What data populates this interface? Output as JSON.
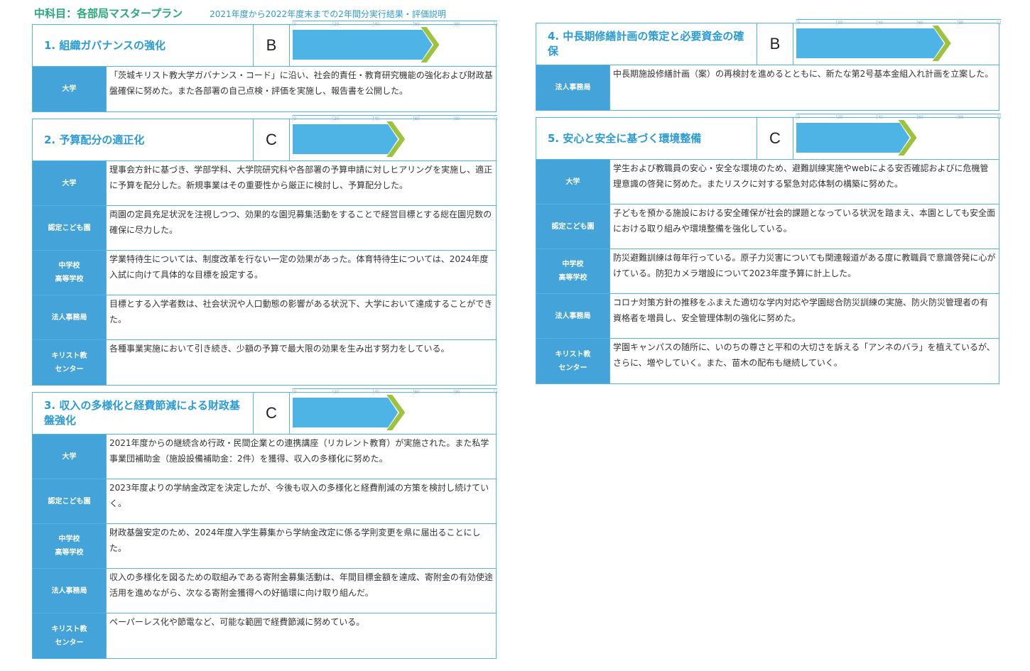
{
  "header": {
    "title": "中科目：各部局マスタープラン",
    "subtitle": "2021年度から2022年度末までの2年間分実行結果・評価説明"
  },
  "scale_ticks": [
    "0",
    "20",
    "40",
    "60",
    "80",
    "100"
  ],
  "colors": {
    "bar_blue": "#4eb3e5",
    "bar_green": "#9cc33a",
    "label_bg": "#44a3d9",
    "title_text": "#2a9bd6",
    "header_green": "#2aa87a"
  },
  "cards": [
    {
      "title": "1. 組織ガバナンスの強化",
      "grade": "B",
      "progress_percent": 72,
      "rows": [
        {
          "label": "大学",
          "text": "「茨城キリスト教大学ガバナンス・コード」に沿い、社会的責任・教育研究機能の強化および財政基盤確保に努めた。また各部署の自己点検・評価を実施し、報告書を公開した。"
        }
      ]
    },
    {
      "title": "2. 予算配分の適正化",
      "grade": "C",
      "progress_percent": 55,
      "rows": [
        {
          "label": "大学",
          "text": "理事会方針に基づき、学部学科、大学院研究科や各部署の予算申請に対しヒアリングを実施し、適正に予算を配分した。新規事業はその重要性から厳正に検討し、予算配分した。"
        },
        {
          "label": "認定こども園",
          "text": "両園の定員充足状況を注視しつつ、効果的な園児募集活動をすることで経営目標とする総在園児数の確保に尽力した。"
        },
        {
          "label": "中学校\n高等学校",
          "text": "学業特待生については、制度改革を行ない一定の効果があった。体育特待生については、2024年度入試に向けて具体的な目標を設定する。"
        },
        {
          "label": "法人事務局",
          "text": "目標とする入学者数は、社会状況や人口動態の影響がある状況下、大学において達成することができた。"
        },
        {
          "label": "キリスト教\nセンター",
          "text": "各種事業実施において引き続き、少額の予算で最大限の効果を生み出す努力をしている。"
        }
      ]
    },
    {
      "title": "3. 収入の多様化と経費節減による財政基盤強化",
      "grade": "C",
      "progress_percent": 55,
      "rows": [
        {
          "label": "大学",
          "text": "2021年度からの継続含め行政・民間企業との連携講座（リカレント教育）が実施された。また私学事業団補助金（施設設備補助金：2件）を獲得、収入の多様化に努めた。"
        },
        {
          "label": "認定こども園",
          "text": "2023年度よりの学納金改定を決定したが、今後も収入の多様化と経費削減の方策を検討し続けていく。"
        },
        {
          "label": "中学校\n高等学校",
          "text": "財政基盤安定のため、2024年度入学生募集から学納金改定に係る学則変更を県に届出ることにした。"
        },
        {
          "label": "法人事務局",
          "text": "収入の多様化を図るための取組みである寄附金募集活動は、年間目標金額を達成、寄附金の有効使途活用を進めながら、次なる寄附金獲得への好循環に向け取り組んだ。"
        },
        {
          "label": "キリスト教\nセンター",
          "text": "ペーパーレス化や節電など、可能な範囲で経費節減に努めている。"
        }
      ]
    },
    {
      "title": "4. 中長期修繕計画の策定と必要資金の確保",
      "grade": "B",
      "progress_percent": 76,
      "rows": [
        {
          "label": "法人事務局",
          "text": "中長期施設修繕計画（案）の再検討を進めるとともに、新たな第2号基本金組入れ計画を立案した。"
        }
      ]
    },
    {
      "title": "5. 安心と安全に基づく環境整備",
      "grade": "C",
      "progress_percent": 59,
      "rows": [
        {
          "label": "大学",
          "text": "学生および教職員の安心・安全な環境のため、避難訓練実施やwebによる安否確認およびに危機管理意識の啓発に努めた。またリスクに対する緊急対応体制の構築に努めた。"
        },
        {
          "label": "認定こども園",
          "text": "子どもを預かる施設における安全確保が社会的課題となっている状況を踏まえ、本園としても安全面における取り組みや環境整備を強化している。"
        },
        {
          "label": "中学校\n高等学校",
          "text": "防災避難訓練は毎年行っている。原子力災害についても関連報道がある度に教職員で意識啓発に心がけている。防犯カメラ増設について2023年度予算に計上した。"
        },
        {
          "label": "法人事務局",
          "text": "コロナ対策方針の推移をふまえた適切な学内対応や学園総合防災訓練の実施、防火防災管理者の有資格者を増員し、安全管理体制の強化に努めた。"
        },
        {
          "label": "キリスト教\nセンター",
          "text": "学園キャンパスの随所に、いのちの尊さと平和の大切さを訴える「アンネのバラ」を植えているが、さらに、増やしていく。また、苗木の配布も継続していく。"
        }
      ]
    }
  ]
}
